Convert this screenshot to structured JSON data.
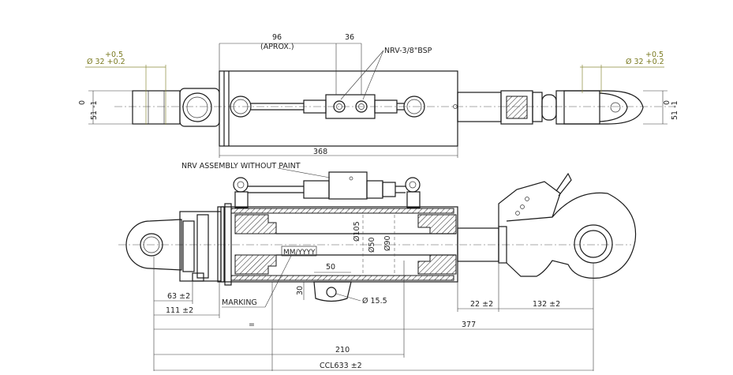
{
  "top_view": {
    "dim_96": "96",
    "dim_aprox": "(APROX.)",
    "dim_36": "36",
    "nrv_label": "NRV-3/8\"BSP",
    "left_tol_plus": "+0.5",
    "left_diameter": "Ø 32 +0.2",
    "right_tol_plus": "+0.5",
    "right_diameter": "Ø 32 +0.2",
    "left_zero": "0",
    "left_51": "51 -1",
    "right_zero": "0",
    "right_51": "51 -1",
    "dim_368": "368"
  },
  "side_view": {
    "nrv_assembly_label": "NRV ASSEMBLY WITHOUT PAINT",
    "dia_105": "Ø105",
    "dia_50": "Ø50",
    "dia_90": "Ø90",
    "marking_box": "MM/YYYY",
    "marking_label": "MARKING",
    "dim_50": "50",
    "dim_30": "30",
    "dia_15_5": "Ø 15.5",
    "dim_63": "63 ±2",
    "dim_111": "111 ±2",
    "dim_22": "22 ±2",
    "dim_132": "132 ±2",
    "dim_eq": "=",
    "dim_377": "377",
    "dim_210": "210",
    "dim_ccl": "CCL633 ±2"
  },
  "colors": {
    "line": "#1a1a1a",
    "tolerance_text": "#7a7a20"
  }
}
